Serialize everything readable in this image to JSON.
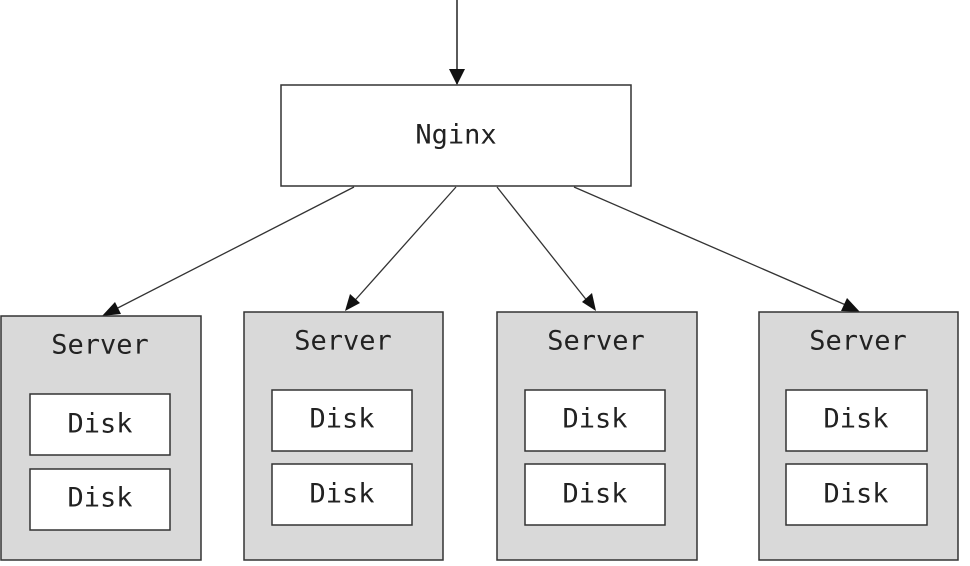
{
  "diagram": {
    "nginx": {
      "label": "Nginx"
    },
    "servers": [
      {
        "label": "Server",
        "disks": [
          "Disk",
          "Disk"
        ]
      },
      {
        "label": "Server",
        "disks": [
          "Disk",
          "Disk"
        ]
      },
      {
        "label": "Server",
        "disks": [
          "Disk",
          "Disk"
        ]
      },
      {
        "label": "Server",
        "disks": [
          "Disk",
          "Disk"
        ]
      }
    ]
  },
  "colors": {
    "server_fill": "#d9d9d9",
    "box_fill": "#ffffff",
    "stroke": "#333333"
  }
}
